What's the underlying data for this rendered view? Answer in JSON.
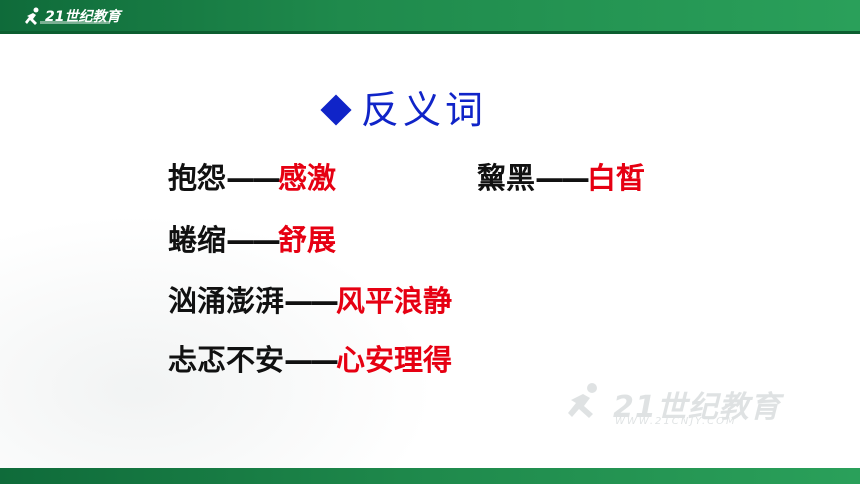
{
  "header": {
    "logo_text": "21世纪教育"
  },
  "title": "反义词",
  "pairs": [
    {
      "word": "抱怨",
      "dash": "——",
      "antonym": "感激"
    },
    {
      "word": "黧黑",
      "dash": "——",
      "antonym": "白皙"
    },
    {
      "word": "蜷缩",
      "dash": "——",
      "antonym": "舒展"
    },
    {
      "word": "汹涌澎湃",
      "dash": "——",
      "antonym": "风平浪静"
    },
    {
      "word": "忐忑不安",
      "dash": "——",
      "antonym": "心安理得"
    }
  ],
  "watermark": {
    "text": "21世纪教育",
    "url": "WWW.21CNJY.COM"
  },
  "colors": {
    "header_green": "#1f8a4c",
    "title_blue": "#1024c8",
    "antonym_red": "#e60012"
  }
}
